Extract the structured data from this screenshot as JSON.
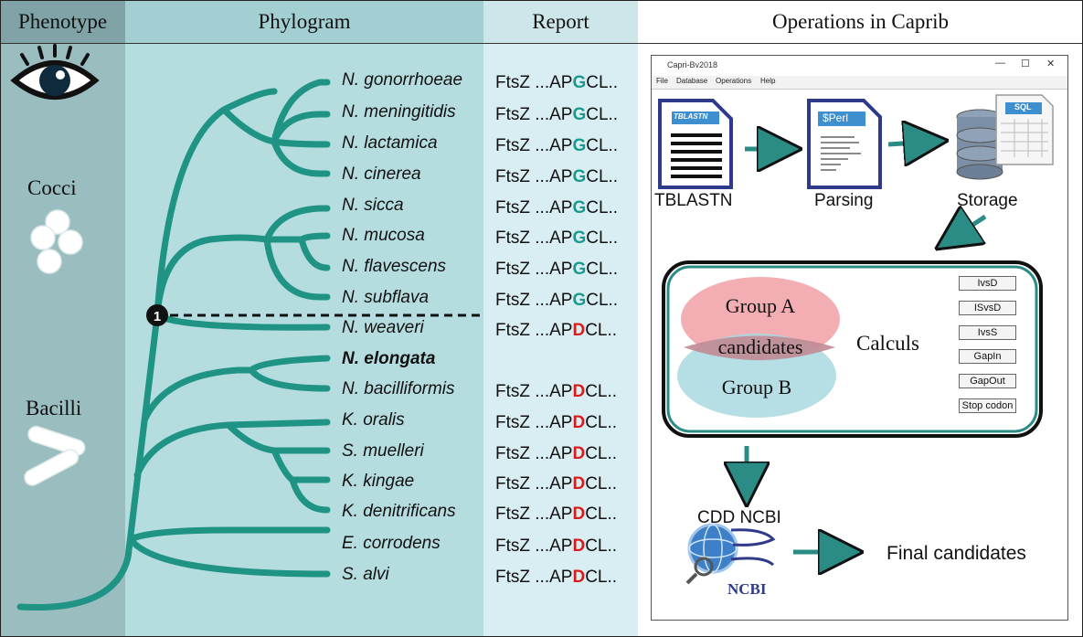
{
  "headers": {
    "phenotype": "Phenotype",
    "phylogram": "Phylogram",
    "report": "Report",
    "operations": "Operations in Caprib"
  },
  "phenotype": {
    "cocci_label": "Cocci",
    "bacilli_label": "Bacilli"
  },
  "node_marker": "1",
  "species": [
    {
      "name": "N. gonorrhoeae",
      "report_prefix": "FtsZ ...AP",
      "residue": "G",
      "report_suffix": "CL..",
      "bold": false
    },
    {
      "name": "N. meningitidis",
      "report_prefix": "FtsZ ...AP",
      "residue": "G",
      "report_suffix": "CL..",
      "bold": false
    },
    {
      "name": "N. lactamica",
      "report_prefix": "FtsZ ...AP",
      "residue": "G",
      "report_suffix": "CL..",
      "bold": false
    },
    {
      "name": "N. cinerea",
      "report_prefix": "FtsZ ...AP",
      "residue": "G",
      "report_suffix": "CL..",
      "bold": false
    },
    {
      "name": "N. sicca",
      "report_prefix": "FtsZ ...AP",
      "residue": "G",
      "report_suffix": "CL..",
      "bold": false
    },
    {
      "name": "N. mucosa",
      "report_prefix": "FtsZ ...AP",
      "residue": "G",
      "report_suffix": "CL..",
      "bold": false
    },
    {
      "name": "N. flavescens",
      "report_prefix": "FtsZ ...AP",
      "residue": "G",
      "report_suffix": "CL..",
      "bold": false
    },
    {
      "name": "N. subflava",
      "report_prefix": "FtsZ ...AP",
      "residue": "G",
      "report_suffix": "CL..",
      "bold": false
    },
    {
      "name": "N. weaveri",
      "report_prefix": "FtsZ ...AP",
      "residue": "D",
      "report_suffix": "CL..",
      "bold": false
    },
    {
      "name": "N. elongata",
      "report_prefix": "",
      "residue": "",
      "report_suffix": "",
      "bold": true
    },
    {
      "name": "N. bacilliformis",
      "report_prefix": "FtsZ ...AP",
      "residue": "D",
      "report_suffix": "CL..",
      "bold": false
    },
    {
      "name": "K. oralis",
      "report_prefix": "FtsZ ...AP",
      "residue": "D",
      "report_suffix": "CL..",
      "bold": false
    },
    {
      "name": "S. muelleri",
      "report_prefix": "FtsZ ...AP",
      "residue": "D",
      "report_suffix": "CL..",
      "bold": false
    },
    {
      "name": "K. kingae",
      "report_prefix": "FtsZ ...AP",
      "residue": "D",
      "report_suffix": "CL..",
      "bold": false
    },
    {
      "name": "K. denitrificans",
      "report_prefix": "FtsZ ...AP",
      "residue": "D",
      "report_suffix": "CL..",
      "bold": false
    },
    {
      "name": "E. corrodens",
      "report_prefix": "FtsZ ...AP",
      "residue": "D",
      "report_suffix": "CL..",
      "bold": false
    },
    {
      "name": "S. alvi",
      "report_prefix": "FtsZ ...AP",
      "residue": "D",
      "report_suffix": "CL..",
      "bold": false
    }
  ],
  "app": {
    "title": "Capri-Bv2018",
    "controls": {
      "minimize": "—",
      "maximize": "☐",
      "close": "✕"
    },
    "menu": [
      "File",
      "Database",
      "Operations",
      "Help"
    ],
    "doc_icons": {
      "tblastn_tag": "TBLASTN",
      "perl_tag": "$Perl",
      "sql_tag": "SQL"
    },
    "steps": {
      "tblastn": "TBLASTN",
      "parsing": "Parsing",
      "storage": "Storage",
      "calculs": "Calculs",
      "cdd": "CDD NCBI",
      "final": "Final candidates",
      "ncbi_logo": "NCBI"
    },
    "venn": {
      "group_a": "Group A",
      "candidates": "candidates",
      "group_b": "Group B"
    },
    "calc_buttons": [
      "IvsD",
      "ISvsD",
      "IvsS",
      "GapIn",
      "GapOut",
      "Stop codon"
    ]
  },
  "colors": {
    "tree": "#1f9384",
    "teal_arrow": "#2b8c86",
    "residue_g": "#1a9a8e",
    "residue_d": "#d81b1b",
    "group_a": "#f0a0a6",
    "group_b": "#a8d8e0",
    "overlap": "#c08a94"
  }
}
